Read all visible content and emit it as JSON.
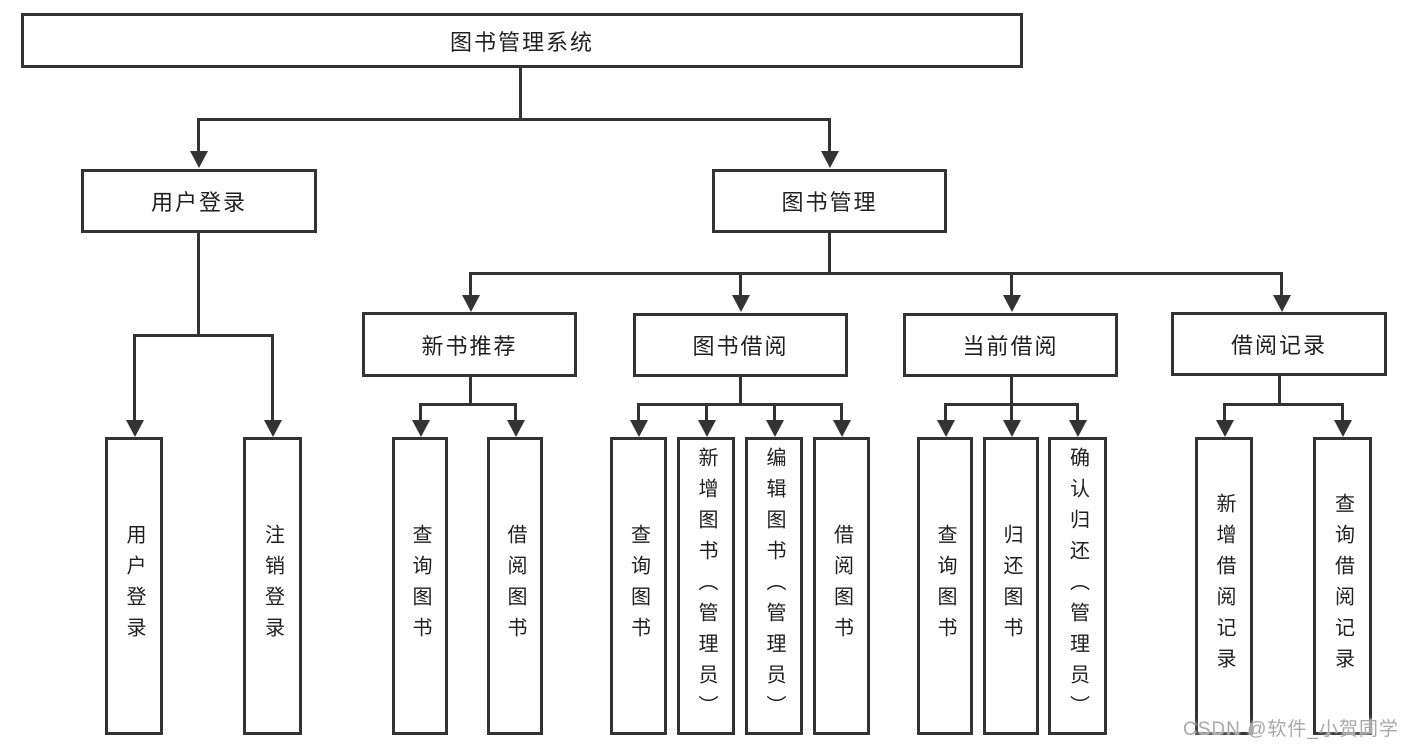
{
  "nodes": {
    "root": "图书管理系统",
    "user_login": "用户登录",
    "book_mgmt": "图书管理",
    "user_children": [
      "用户登录",
      "注销登录"
    ],
    "mgmt_children": [
      "新书推荐",
      "图书借阅",
      "当前借阅",
      "借阅记录"
    ],
    "new_book_children": [
      "查询图书",
      "借阅图书"
    ],
    "borrow_children": [
      "查询图书",
      "新增图书（管理员）",
      "编辑图书（管理员）",
      "借阅图书"
    ],
    "current_children": [
      "查询图书",
      "归还图书",
      "确认归还（管理员）"
    ],
    "record_children": [
      "新增借阅记录",
      "查询借阅记录"
    ]
  },
  "watermark": "CSDN @软件_小贺同学",
  "colors": {
    "line": "#333333",
    "box_background": "#ffffff",
    "text": "#1f1f1f",
    "watermark": "#a9a9a9",
    "background": "#ffffff"
  }
}
